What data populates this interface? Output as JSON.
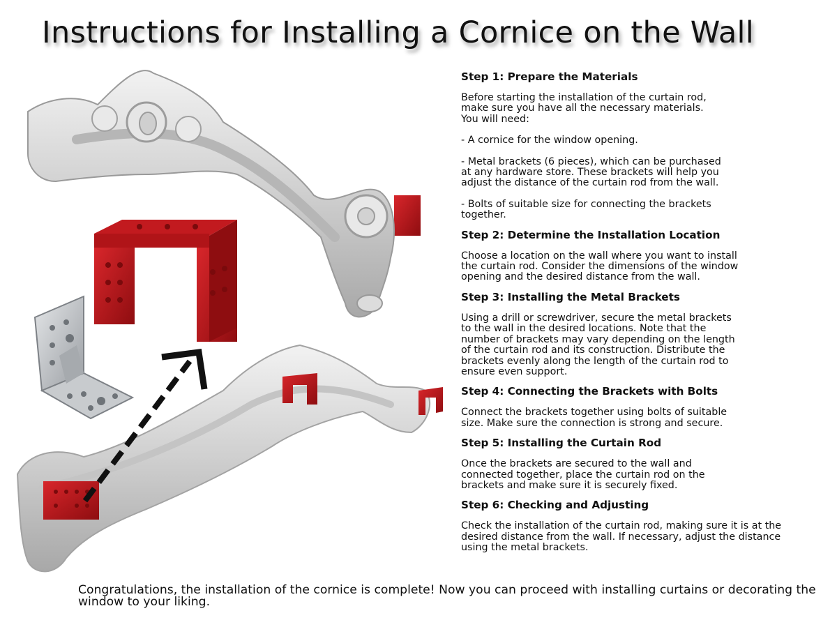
{
  "title": "Instructions for Installing a Cornice on the Wall",
  "colors": {
    "bracket_red": "#c4161c",
    "cornice_gray": "#d6d6d6",
    "metal_gray": "#b9bcc0",
    "arrow": "#111111"
  },
  "illustration": {
    "icons": [
      "ornate-cornice-icon",
      "u-bracket-icon",
      "angle-bracket-icon",
      "cornice-profile-icon",
      "dashed-arrow-icon"
    ]
  },
  "steps": [
    {
      "heading": "Step 1: Prepare the Materials",
      "paragraphs": [
        "Before starting the installation of the curtain rod,\nmake sure you have all the necessary materials.\nYou will need:",
        "- A cornice for the window opening.",
        "- Metal brackets (6 pieces), which can be purchased\nat any hardware store. These brackets will help you\nadjust the distance of the curtain rod from the wall.",
        "- Bolts of suitable size for connecting the brackets\n  together."
      ]
    },
    {
      "heading": "Step 2: Determine the Installation Location",
      "paragraphs": [
        "Choose a location on the wall where you want to install\nthe curtain rod. Consider the dimensions of the window\nopening and the desired distance from the wall."
      ]
    },
    {
      "heading": "Step 3: Installing the Metal Brackets",
      "paragraphs": [
        "Using a drill or screwdriver, secure the metal brackets\nto the wall in the desired locations. Note that the\nnumber of brackets may vary depending on the length\nof the curtain rod and its construction. Distribute the\nbrackets evenly along the length of the curtain rod to\nensure even support."
      ]
    },
    {
      "heading": "Step 4: Connecting the Brackets with Bolts",
      "paragraphs": [
        "Connect the brackets together using bolts of suitable\nsize. Make sure the connection is strong and secure."
      ]
    },
    {
      "heading": "Step 5: Installing the Curtain Rod",
      "paragraphs": [
        "Once the brackets are secured to the wall and\nconnected together, place the curtain rod on the\nbrackets and make sure it is securely fixed."
      ]
    },
    {
      "heading": "Step 6: Checking and Adjusting",
      "paragraphs": [
        "Check the installation of the curtain rod, making sure it is at the\ndesired distance from the wall. If necessary, adjust the distance\nusing the metal brackets."
      ]
    }
  ],
  "footer": "Congratulations, the installation of the cornice is complete! Now you can proceed with installing curtains or decorating the window to your liking."
}
